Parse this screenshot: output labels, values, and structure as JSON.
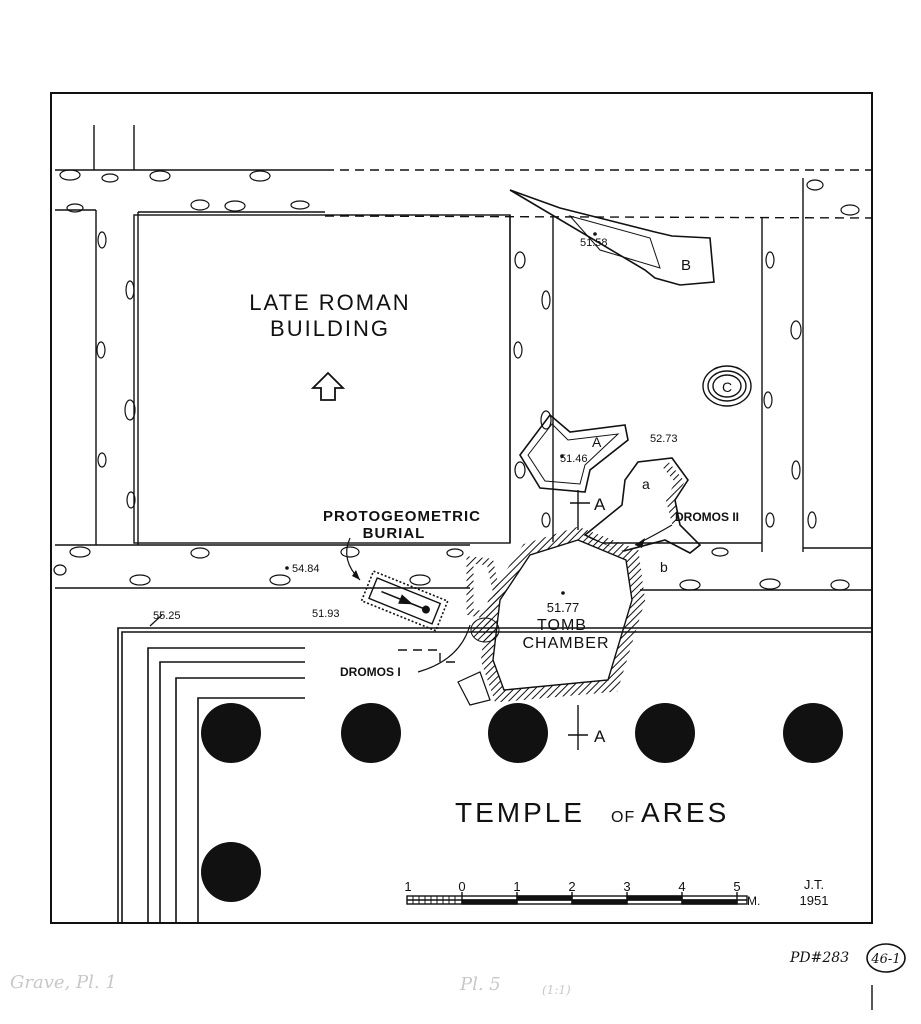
{
  "labels": {
    "late_roman_line1": "LATE ROMAN",
    "late_roman_line2": "BUILDING",
    "protogeo_line1": "PROTOGEOMETRIC",
    "protogeo_line2": "BURIAL",
    "tomb_elev": "51.77",
    "tomb_line1": "TOMB",
    "tomb_line2": "CHAMBER",
    "dromos_1": "DROMOS I",
    "dromos_2": "DROMOS II",
    "temple_main": "TEMPLE",
    "temple_of": "OF",
    "temple_ares": "ARES",
    "pit_a": "A",
    "pit_b": "B",
    "pit_c": "C",
    "small_a": "a",
    "small_b": "b",
    "section_top": "A",
    "section_bottom": "A"
  },
  "elevations": {
    "e5158": "51.58",
    "e5146": "51.46",
    "e5273": "52.73",
    "e5484": "54.84",
    "e5193": "51.93",
    "e5525": "55.25"
  },
  "scale": {
    "ticks": [
      "1",
      "0",
      "1",
      "2",
      "3",
      "4",
      "5"
    ],
    "unit": "M."
  },
  "signature": {
    "initials": "J.T.",
    "year": "1951"
  },
  "catalog": {
    "pd_number": "PD#283",
    "sheet": "46-1",
    "faint_1": "Grave, Pl. 1",
    "faint_2": "Pl. 5",
    "faint_3": "(1:1)"
  }
}
